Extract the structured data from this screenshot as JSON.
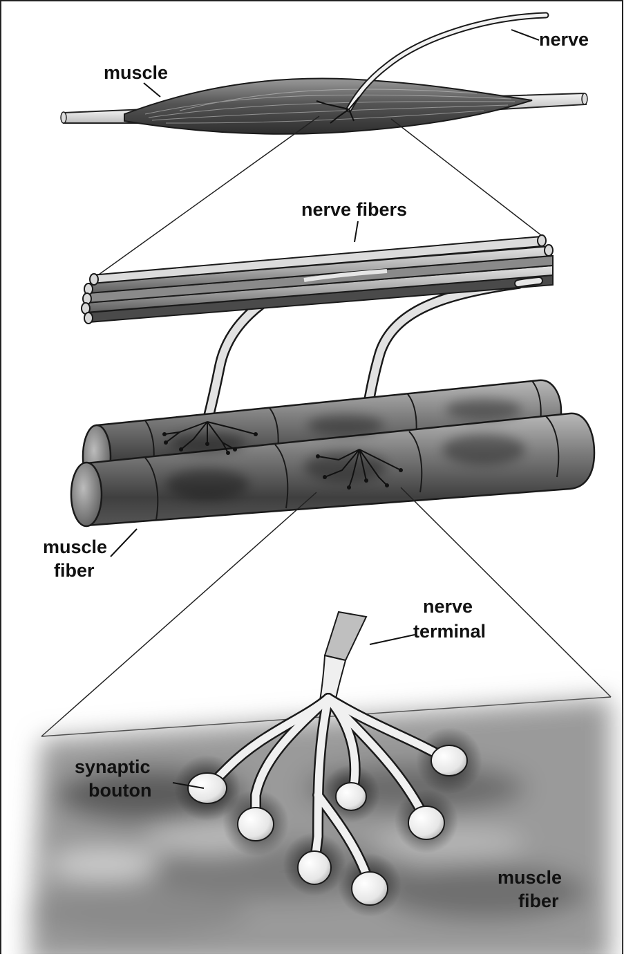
{
  "labels": {
    "nerve": "nerve",
    "muscle": "muscle",
    "nerve_fibers": "nerve fibers",
    "muscle_fiber_line1": "muscle",
    "muscle_fiber_line2": "fiber",
    "nerve_terminal_line1": "nerve",
    "nerve_terminal_line2": "terminal",
    "synaptic_bouton_line1": "synaptic",
    "synaptic_bouton_line2": "bouton",
    "muscle_fiber_bottom_line1": "muscle",
    "muscle_fiber_bottom_line2": "fiber"
  }
}
